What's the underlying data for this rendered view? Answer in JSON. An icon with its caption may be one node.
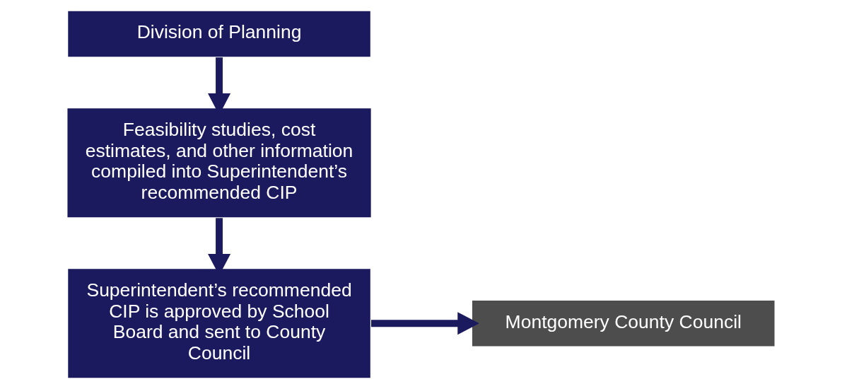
{
  "diagram": {
    "nodes": [
      {
        "text": [
          "Division of Planning"
        ]
      },
      {
        "text": [
          "Feasibility studies, cost estimates, and other information compiled into Superintendent’s recommended CIP"
        ]
      },
      {
        "text": [
          "Superintendent’s recommended CIP is approved by School Board and sent to County Council"
        ]
      },
      {
        "text": [
          "Montgomery County Council"
        ]
      }
    ],
    "edges": [
      {
        "from": 0,
        "to": 1,
        "arrow": "to"
      },
      {
        "from": 1,
        "to": 2,
        "arrow": "to"
      },
      {
        "from": 2,
        "to": 3,
        "arrow": "to"
      }
    ]
  }
}
